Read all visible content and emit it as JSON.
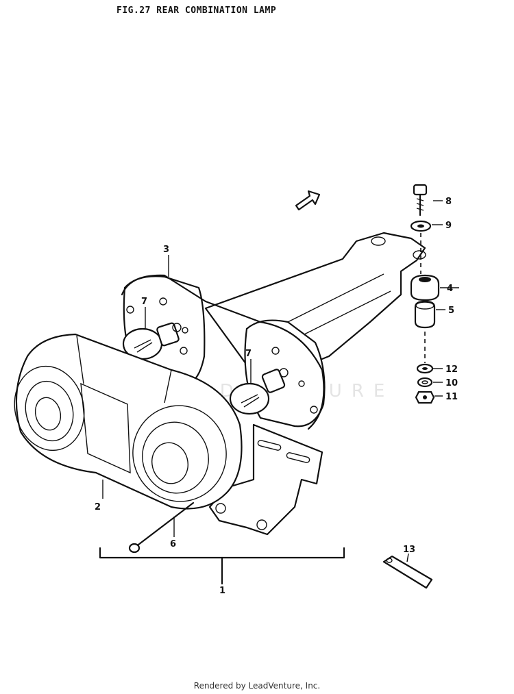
{
  "header": {
    "figure_title": "FIG.27  REAR COMBINATION LAMP"
  },
  "watermark": {
    "text": "LEADVENTURE"
  },
  "footer": {
    "text": "Rendered by LeadVenture, Inc."
  },
  "callouts": {
    "c1": "1",
    "c2": "2",
    "c3": "3",
    "c4": "4",
    "c5": "5",
    "c6": "6",
    "c7a": "7",
    "c7b": "7",
    "c8": "8",
    "c9": "9",
    "c10": "10",
    "c11": "11",
    "c12": "12",
    "c13": "13"
  }
}
